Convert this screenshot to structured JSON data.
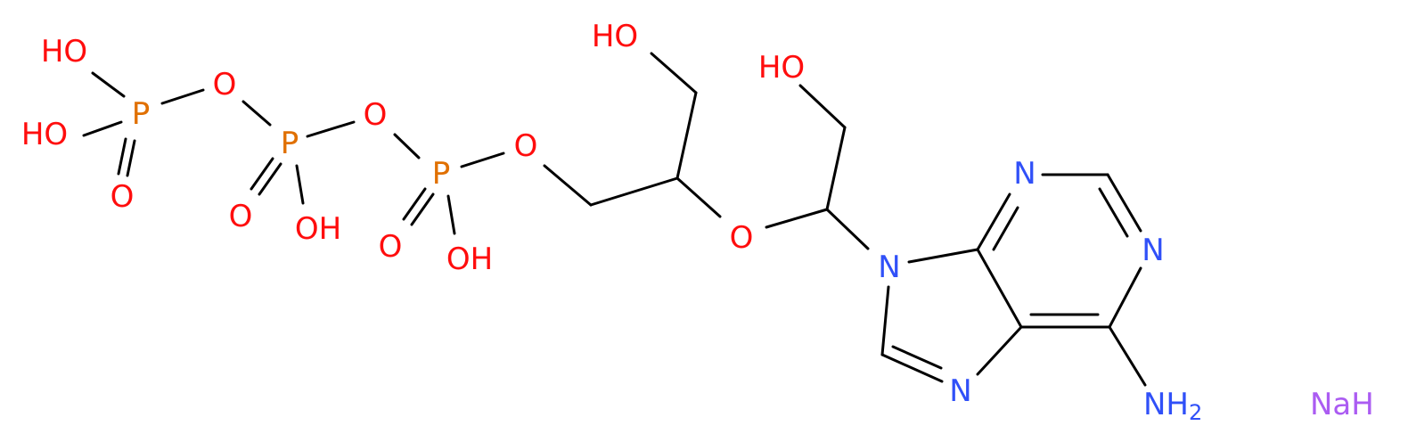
{
  "colors": {
    "oxygen": "#ff0d0d",
    "phosphorus": "#e07000",
    "nitrogen": "#3050f8",
    "sodium": "#ab5cf2",
    "bond": "#000000"
  },
  "molecule": {
    "atoms": [
      {
        "id": "o_oh_1",
        "label": "HO",
        "element": "O"
      },
      {
        "id": "o_oh_2",
        "label": "HO",
        "element": "O"
      },
      {
        "id": "p_1",
        "label": "P",
        "element": "P"
      },
      {
        "id": "o_bridge_1",
        "label": "O",
        "element": "O"
      },
      {
        "id": "o_dbl_1",
        "label": "O",
        "element": "O"
      },
      {
        "id": "p_2",
        "label": "P",
        "element": "P"
      },
      {
        "id": "o_dbl_2",
        "label": "O",
        "element": "O"
      },
      {
        "id": "o_oh_3",
        "label": "OH",
        "element": "O"
      },
      {
        "id": "o_bridge_2",
        "label": "O",
        "element": "O"
      },
      {
        "id": "p_3",
        "label": "P",
        "element": "P"
      },
      {
        "id": "o_dbl_3",
        "label": "O",
        "element": "O"
      },
      {
        "id": "o_oh_4",
        "label": "OH",
        "element": "O"
      },
      {
        "id": "o_ester",
        "label": "O",
        "element": "O"
      },
      {
        "id": "o_oh_5",
        "label": "HO",
        "element": "O"
      },
      {
        "id": "o_oh_6",
        "label": "HO",
        "element": "O"
      },
      {
        "id": "o_ether",
        "label": "O",
        "element": "O"
      },
      {
        "id": "n_9",
        "label": "N",
        "element": "N"
      },
      {
        "id": "n_3",
        "label": "N",
        "element": "N"
      },
      {
        "id": "n_1",
        "label": "N",
        "element": "N"
      },
      {
        "id": "n_7",
        "label": "N",
        "element": "N"
      },
      {
        "id": "n_amine",
        "label": "NH",
        "subscript": "2",
        "element": "N"
      }
    ],
    "counterion": {
      "id": "sodium",
      "label": "NaH",
      "element": "Na"
    }
  }
}
